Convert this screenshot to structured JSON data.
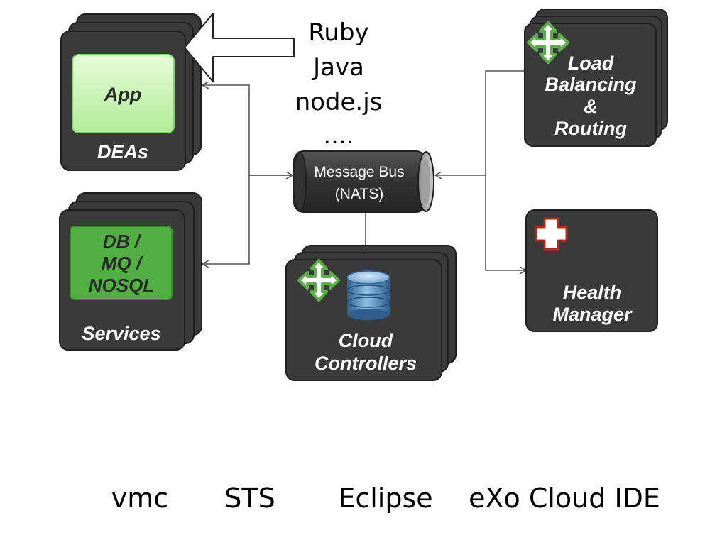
{
  "colors": {
    "box_fill": "#3a3a3a",
    "box_stroke": "#1f1f1f",
    "app_green": "#c8f3b4",
    "services_green": "#52b043",
    "icon_green": "#5cb04a",
    "health_red": "#b52a16",
    "connector": "#555555",
    "db_blue": "#4e86b4"
  },
  "languages": {
    "items": [
      "Ruby",
      "Java",
      "node.js",
      "...."
    ]
  },
  "deas": {
    "label": "DEAs",
    "app_label": "App"
  },
  "services": {
    "label": "Services",
    "inner_lines": [
      "DB /",
      "MQ /",
      "NOSQL"
    ]
  },
  "message_bus": {
    "line1": "Message Bus",
    "line2": "(NATS)"
  },
  "cloud_controllers": {
    "line1": "Cloud",
    "line2": "Controllers",
    "icon": "move-arrows-icon",
    "db_icon": "database-icon"
  },
  "load_balancing": {
    "lines": [
      "Load",
      "Balancing",
      "&",
      "Routing"
    ],
    "icon": "move-arrows-icon"
  },
  "health_manager": {
    "line1": "Health",
    "line2": "Manager",
    "icon": "plus-cross-icon"
  },
  "tools": {
    "items": [
      "vmc",
      "STS",
      "Eclipse",
      "eXo Cloud IDE"
    ]
  }
}
